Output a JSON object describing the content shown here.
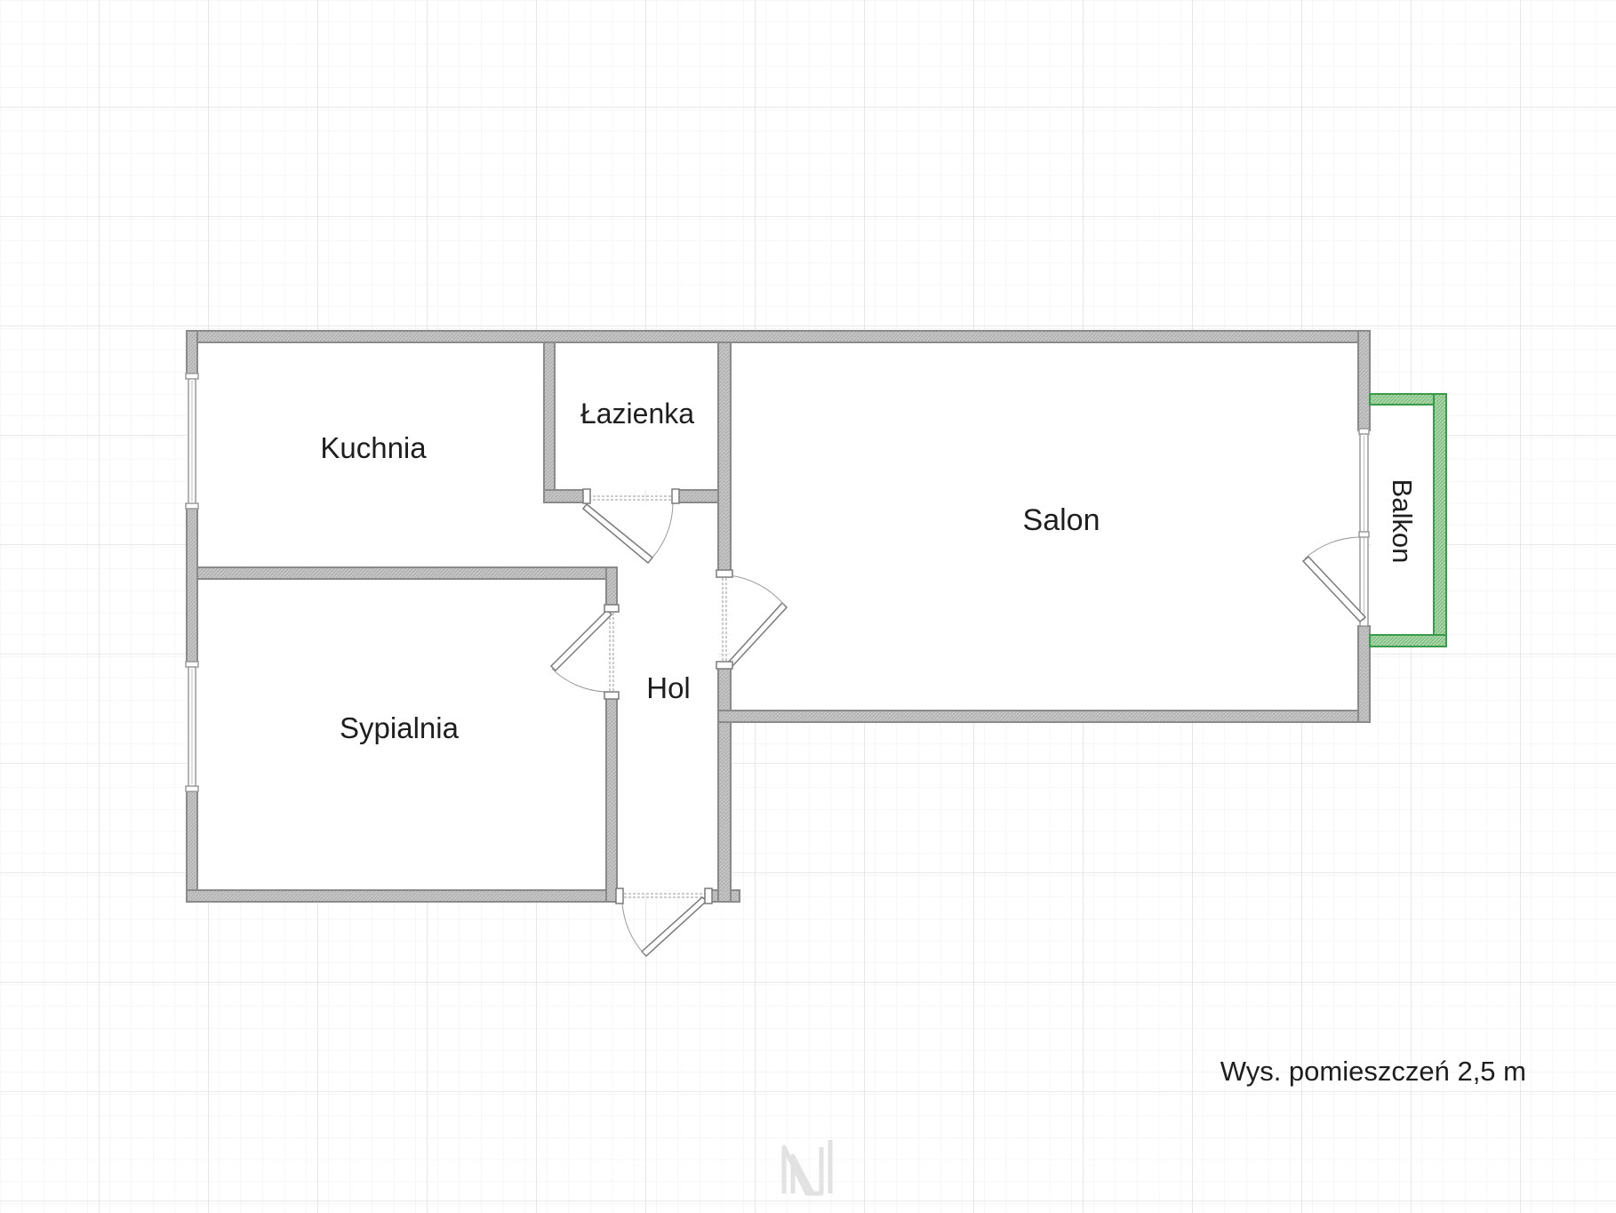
{
  "rooms": {
    "kuchnia": "Kuchnia",
    "lazienka": "Łazienka",
    "salon": "Salon",
    "balkon": "Balkon",
    "sypialnia": "Sypialnia",
    "hol": "Hol"
  },
  "footer": {
    "ceiling_height": "Wys. pomieszczeń 2,5 m"
  },
  "logo": {
    "icon": "n-logo-icon",
    "color": "#e2e2e2"
  },
  "colors": {
    "wall": "#8a8a8a",
    "wall_fill": "#b9b9b9",
    "balcony": "#3a9a4a",
    "grid_minor": "#efefef",
    "grid_major": "#dcdcdc"
  }
}
